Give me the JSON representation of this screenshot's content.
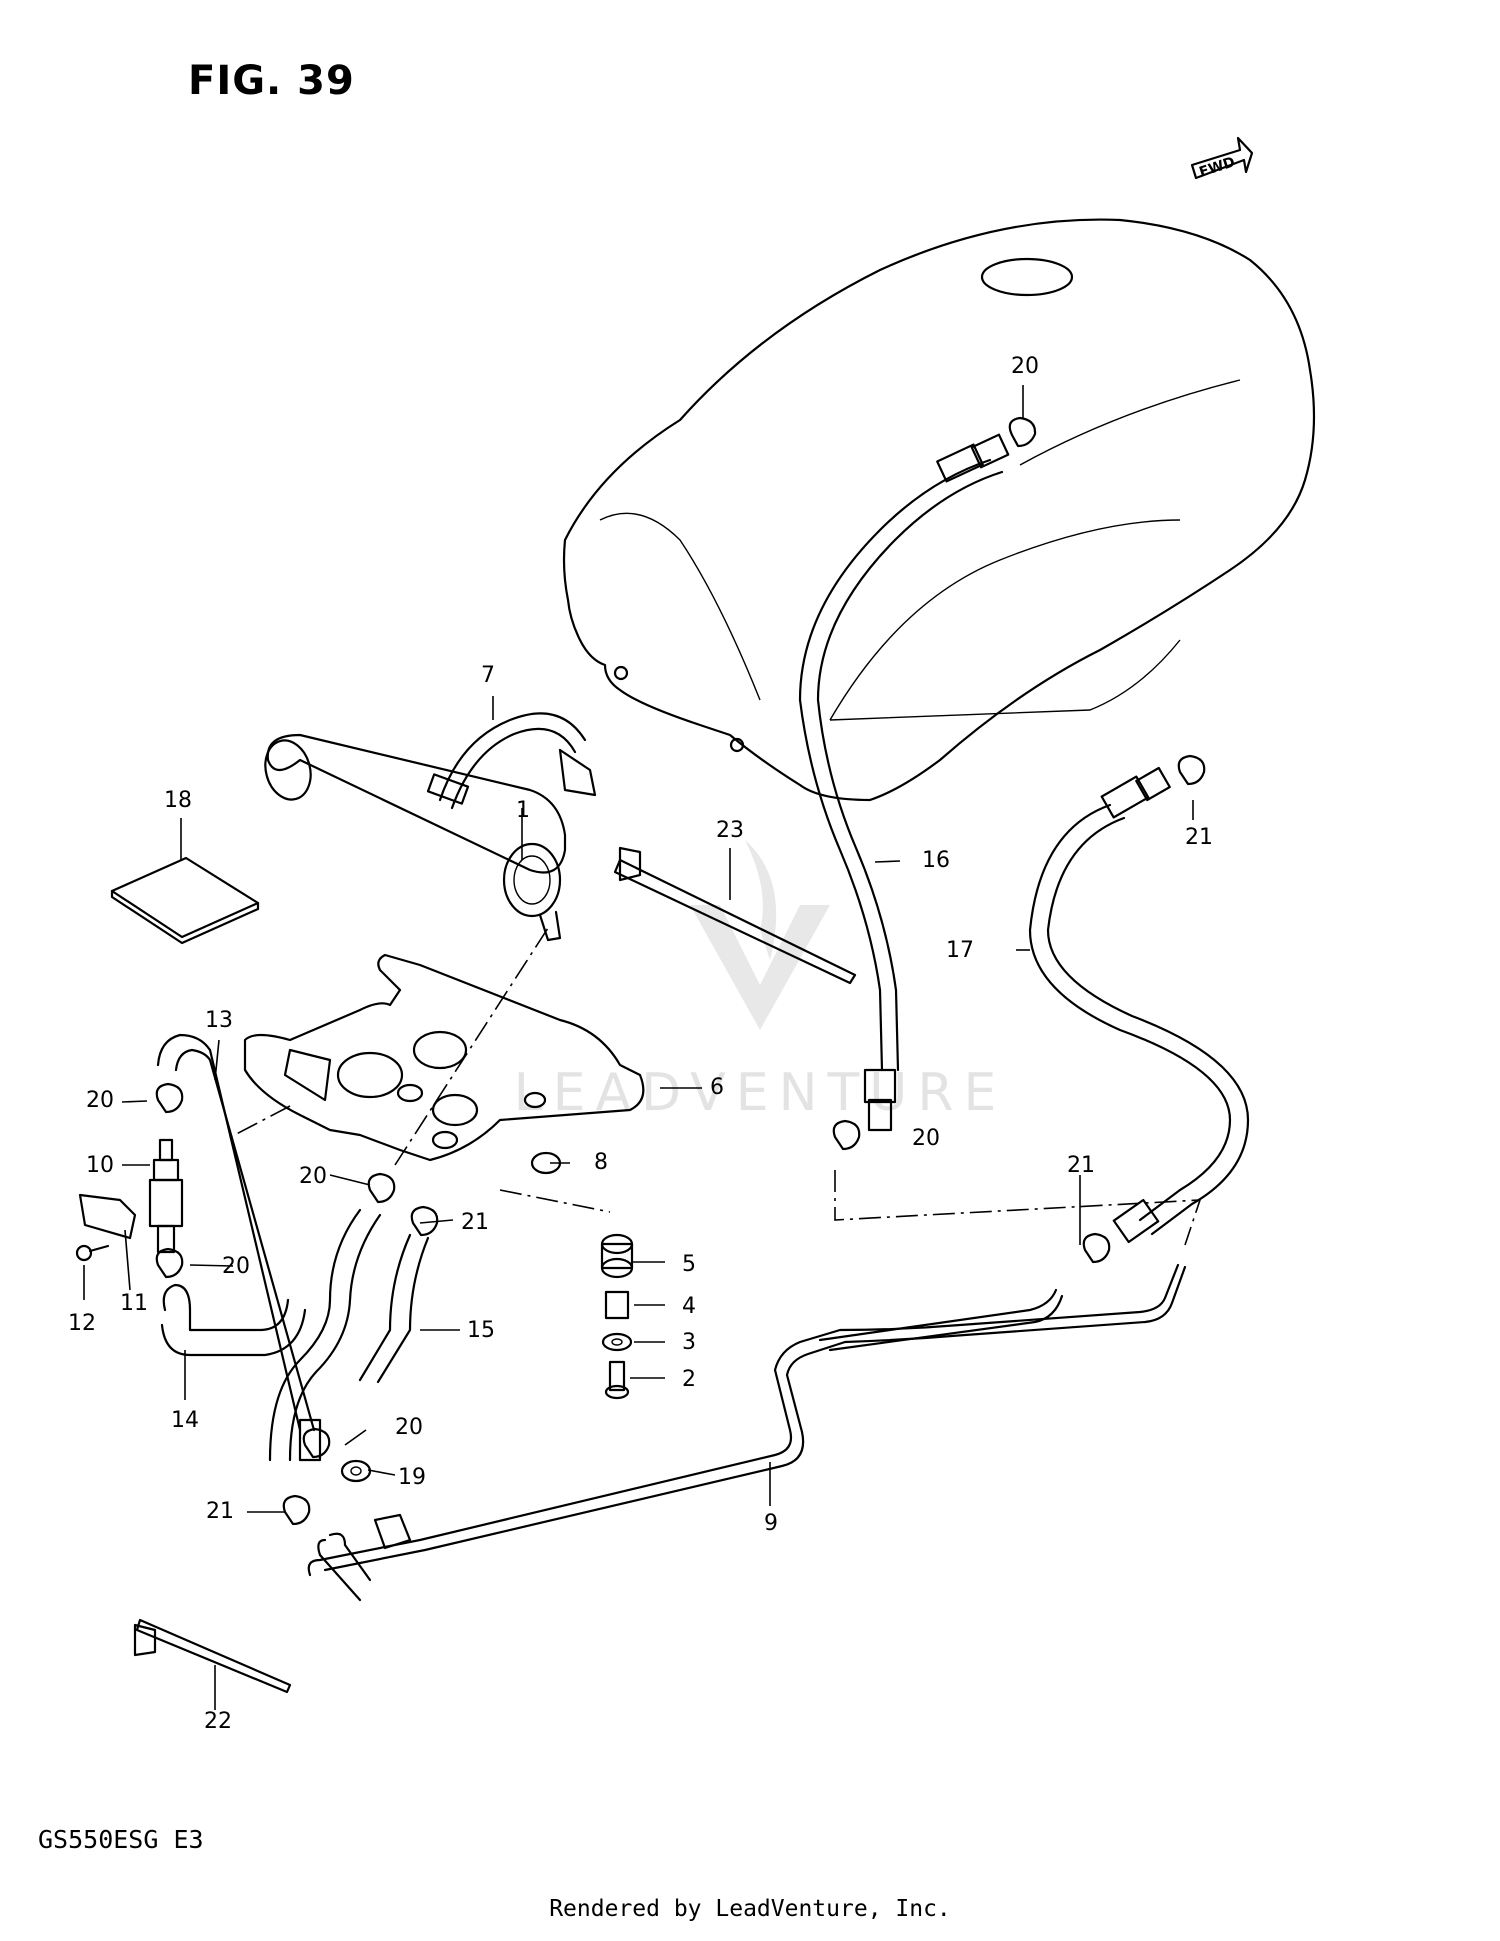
{
  "figure": {
    "title": "FIG. 39",
    "model": "GS550ESG  E3"
  },
  "footer": {
    "rendered_by": "Rendered by LeadVenture, Inc."
  },
  "watermark": {
    "text": "LEADVENTURE"
  },
  "fwd_tag": {
    "text": "FWD"
  },
  "callouts": {
    "c1": "1",
    "c2": "2",
    "c3": "3",
    "c4": "4",
    "c5": "5",
    "c6": "6",
    "c7": "7",
    "c8": "8",
    "c9": "9",
    "c10": "10",
    "c11": "11",
    "c12": "12",
    "c13": "13",
    "c14": "14",
    "c15": "15",
    "c16": "16",
    "c17": "17",
    "c18": "18",
    "c19": "19",
    "c20a": "20",
    "c20b": "20",
    "c20c": "20",
    "c20d": "20",
    "c20e": "20",
    "c20f": "20",
    "c21a": "21",
    "c21b": "21",
    "c21c": "21",
    "c21d": "21",
    "c22": "22",
    "c23": "23"
  }
}
